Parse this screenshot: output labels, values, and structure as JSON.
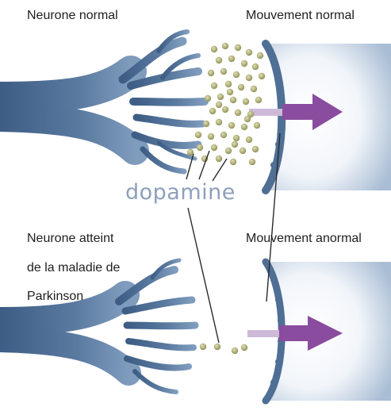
{
  "labels": {
    "normal_neuron": "Neurone normal",
    "normal_movement": "Mouvement normal",
    "dopamine": "dopamine",
    "affected_neuron_line1": "Neurone atteint",
    "affected_neuron_line2": "de la maladie de",
    "affected_neuron_line3": "Parkinson",
    "abnormal_movement": "Mouvement anormal"
  },
  "colors": {
    "neuron": "#4f6f95",
    "neuron_light": "#c9d6e6",
    "dopamine": "#a7a66c",
    "arrow": "#8a4c9f",
    "arrow_light": "#cdb9d8"
  }
}
